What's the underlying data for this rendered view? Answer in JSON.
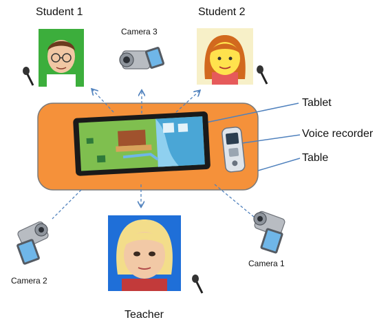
{
  "labels": {
    "student1": "Student 1",
    "student2": "Student 2",
    "teacher": "Teacher",
    "camera1": "Camera 1",
    "camera2": "Camera 2",
    "camera3": "Camera 3",
    "tablet": "Tablet",
    "voice_recorder": "Voice recorder",
    "table": "Table"
  },
  "colors": {
    "table_fill": "#f5913a",
    "table_stroke": "#7a7a7a",
    "callout_line": "#4f81bd",
    "arrow": "#4f81bd",
    "student1_bg": "#3cae3c",
    "student2_bg": "#f7f0c8",
    "teacher_bg": "#1f6fd8"
  },
  "icons": {
    "camera": "camcorder-icon",
    "mic": "microphone-icon",
    "tablet": "tablet-icon",
    "recorder": "voice-recorder-icon"
  }
}
